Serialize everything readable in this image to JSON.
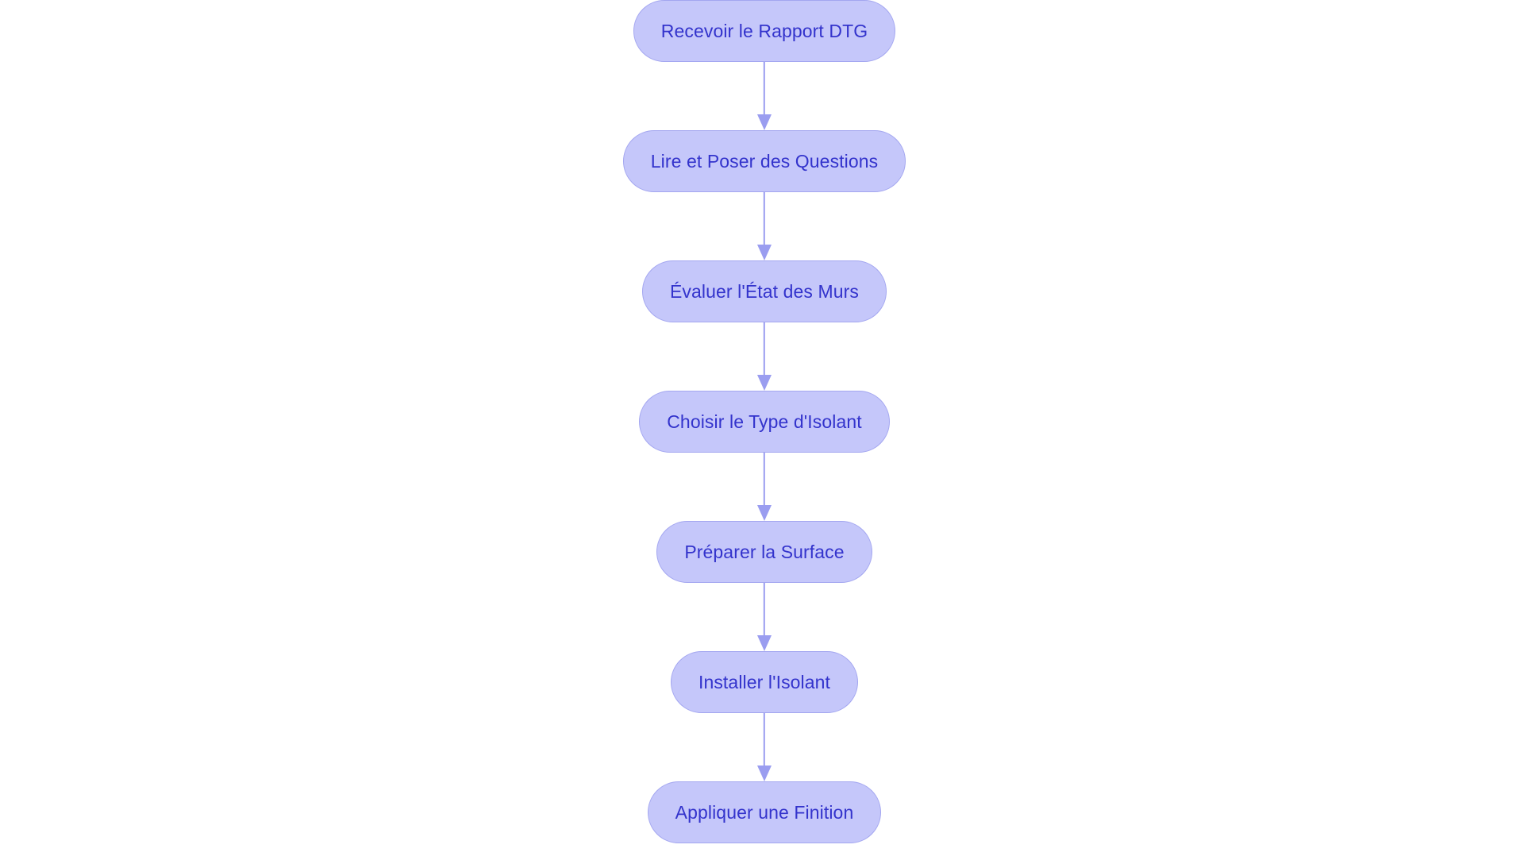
{
  "diagram": {
    "type": "flowchart",
    "orientation": "vertical-top-to-bottom",
    "background_color": "#ffffff",
    "node_fill_color": "#c5c7fa",
    "node_border_color": "#a3a6f0",
    "node_text_color": "#3333cc",
    "connector_color": "#9a9df0",
    "node_shape": "pill",
    "nodes": [
      {
        "id": "step-1",
        "label": "Recevoir le Rapport DTG"
      },
      {
        "id": "step-2",
        "label": "Lire et Poser des Questions"
      },
      {
        "id": "step-3",
        "label": "Évaluer l'État des Murs"
      },
      {
        "id": "step-4",
        "label": "Choisir le Type d'Isolant"
      },
      {
        "id": "step-5",
        "label": "Préparer la Surface"
      },
      {
        "id": "step-6",
        "label": "Installer l'Isolant"
      },
      {
        "id": "step-7",
        "label": "Appliquer une Finition"
      }
    ],
    "edges": [
      {
        "from": "step-1",
        "to": "step-2",
        "arrow": "down"
      },
      {
        "from": "step-2",
        "to": "step-3",
        "arrow": "down"
      },
      {
        "from": "step-3",
        "to": "step-4",
        "arrow": "down"
      },
      {
        "from": "step-4",
        "to": "step-5",
        "arrow": "down"
      },
      {
        "from": "step-5",
        "to": "step-6",
        "arrow": "down"
      },
      {
        "from": "step-6",
        "to": "step-7",
        "arrow": "down"
      }
    ]
  }
}
